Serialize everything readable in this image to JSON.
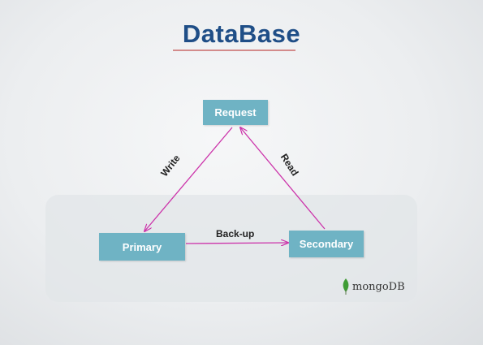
{
  "slide": {
    "title": "DataBase"
  },
  "nodes": {
    "request": "Request",
    "primary": "Primary",
    "secondary": "Secondary"
  },
  "edges": {
    "write": "Write",
    "read": "Read",
    "backup": "Back-up"
  },
  "logo": {
    "text": "mongoDB",
    "icon": "mongodb-leaf-icon",
    "leaf_color": "#3f9c35"
  },
  "colors": {
    "title": "#1f4e87",
    "node_fill": "#6fb3c4",
    "arrow": "#cc33aa"
  }
}
